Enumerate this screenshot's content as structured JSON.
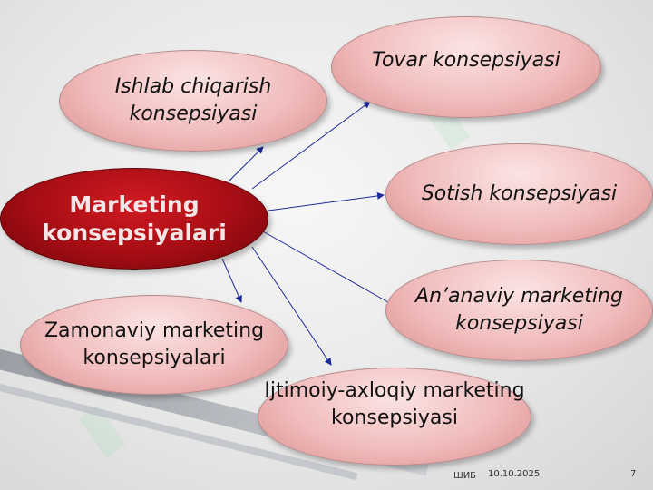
{
  "diagram": {
    "center": "Marketing\nkonsepsiyalari",
    "nodes": [
      {
        "id": "ishlab",
        "label": "Ishlab chiqarish\nkonsepsiyasi"
      },
      {
        "id": "tovar",
        "label": "Tovar konsepsiyasi"
      },
      {
        "id": "sotish",
        "label": "Sotish konsepsiyasi"
      },
      {
        "id": "ananaviy",
        "label": "An’anaviy marketing\nkonsepsiyasi"
      },
      {
        "id": "ijtimoiy",
        "label": "Ijtimoiy-axloqiy marketing\nkonsepsiyasi"
      },
      {
        "id": "zamonaviy",
        "label": "Zamonaviy marketing\nkonsepsiyalari"
      }
    ]
  },
  "footer": {
    "org": "ШИБ",
    "date": "10.10.2025",
    "page": "7"
  },
  "colors": {
    "center_fill": "#b0101a",
    "node_fill": "#f1bcbc",
    "arrow": "#1f2a9a"
  }
}
